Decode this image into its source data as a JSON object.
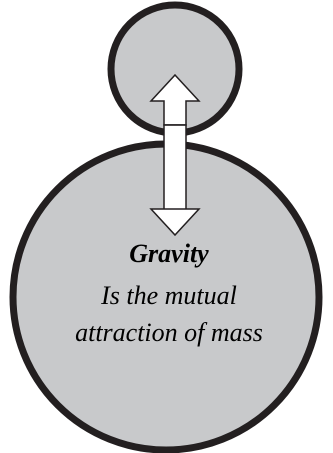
{
  "diagram": {
    "title": "Gravity",
    "description_line1": "Is the mutual",
    "description_line2": "attraction of mass",
    "colors": {
      "fill": "#c8c9cb",
      "outline": "#231f20",
      "arrow_fill": "#ffffff",
      "text": "#000000"
    },
    "shapes": {
      "small_body": "small-circle",
      "large_body": "large-circle",
      "connector": "double-headed-arrow"
    }
  }
}
